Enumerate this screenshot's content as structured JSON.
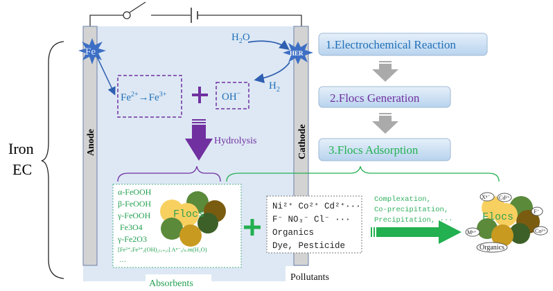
{
  "side_label": {
    "line1": "Iron",
    "line2": "EC"
  },
  "electrodes": {
    "anode": "Anode",
    "cathode": "Cathode"
  },
  "anode_star": "Fe",
  "cathode_star": "HER",
  "water": {
    "base": "H",
    "sub": "2",
    "tail": "O"
  },
  "hydrogen": {
    "base": "H",
    "sub": "2"
  },
  "iron_box": {
    "a": "Fe",
    "a_sup": "2+",
    "b": "Fe",
    "b_sup": "3+"
  },
  "hydroxide": {
    "base": "OH",
    "sup": "−"
  },
  "hydrolysis": "Hydrolysis",
  "steps": [
    "1.Electrochemical Reaction",
    "2.Flocs Generation",
    "3.Flocs Adsorption"
  ],
  "absorbents": {
    "items": [
      "α-FeOOH",
      "β-FeOOH",
      "γ-FeOOH",
      "Fe3O4",
      "γ-Fe2O3"
    ],
    "formula": "[Fe²⁺ₓFe³⁺ᵧ(OH)₂₍ₓ₊ᵧ₎] Aⁿ⁻ᵧ/ₙ.m(H₂O)",
    "ellipsis": "…",
    "flocs": "Flocs",
    "label": "Absorbents"
  },
  "pollutants": {
    "lines": [
      "Ni²⁺ Co²⁺ Cd²⁺···",
      "F⁻  NO₃⁻ Cl⁻ ···",
      "Organics",
      "Dye, Pesticide"
    ],
    "label": "Pollutants"
  },
  "mechanisms": [
    "Complexation,",
    "Co-precipitation,",
    "Precipitation, ···"
  ],
  "result_flocs": {
    "label": "Flocs",
    "tags": [
      "Xⁿ⁻",
      "Cd²⁺",
      "F⁻",
      "Mⁿ⁺",
      "Co²⁺",
      "Organics"
    ]
  },
  "colors": {
    "cell": "#dde8f4",
    "electrode": "#d3d3d3",
    "blue": "#1f6fb8",
    "purple": "#7030a0",
    "green": "#22b050",
    "step_box": "#cfe2f3"
  }
}
